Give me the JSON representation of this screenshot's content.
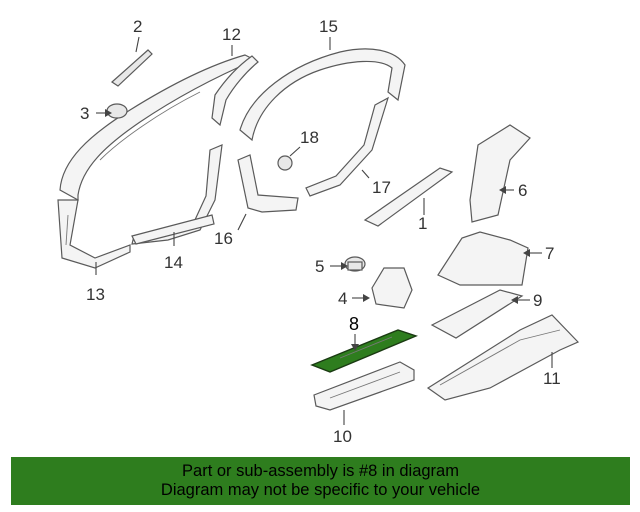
{
  "callouts": {
    "c1": "1",
    "c2": "2",
    "c3": "3",
    "c4": "4",
    "c5": "5",
    "c6": "6",
    "c7": "7",
    "c8": "8",
    "c9": "9",
    "c10": "10",
    "c11": "11",
    "c12": "12",
    "c13": "13",
    "c14": "14",
    "c15": "15",
    "c16": "16",
    "c17": "17",
    "c18": "18"
  },
  "highlighted_part": "8",
  "highlight_color": "#2e7d1e",
  "banner": {
    "line1": "Part or sub-assembly is #8 in diagram",
    "line2": "Diagram may not be specific to your vehicle"
  }
}
